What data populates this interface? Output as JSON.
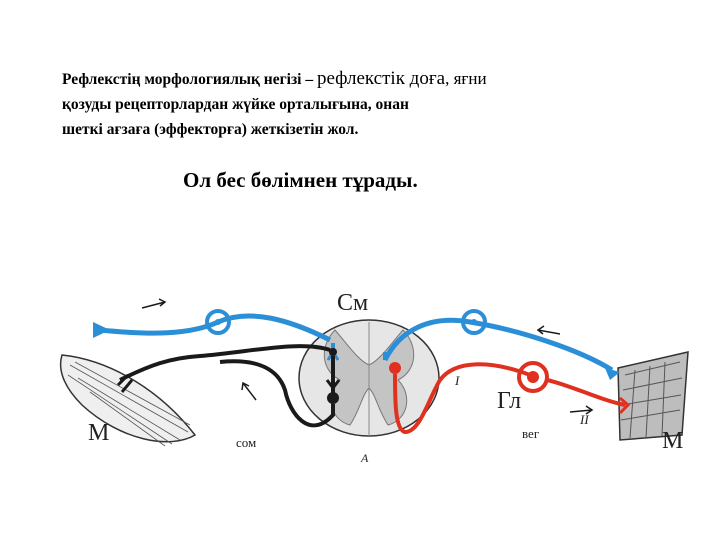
{
  "text": {
    "line1_start": "Рефлекстің морфологиялық негізі – ",
    "line1_term": "рефлекстік доға",
    "line1_end": ", яғни",
    "line2": "қозуды рецепторлардан жүйке орталығына, онан",
    "line3": "шеткі ағзаға (эффекторға) жеткізетін жол.",
    "subtitle": "Ол бес бөлімнен тұрады."
  },
  "diagram": {
    "labels": {
      "sm": "См",
      "gl": "Гл",
      "m_left": "М",
      "m_right": "М",
      "som": "сом",
      "veg": "вег",
      "roman1": "I",
      "roman2": "II",
      "a": "А"
    },
    "colors": {
      "sensory": "#2b8fd8",
      "motor_somatic": "#1a1a1a",
      "motor_vegetative": "#e03020",
      "cord": "#cfcfcf"
    }
  }
}
